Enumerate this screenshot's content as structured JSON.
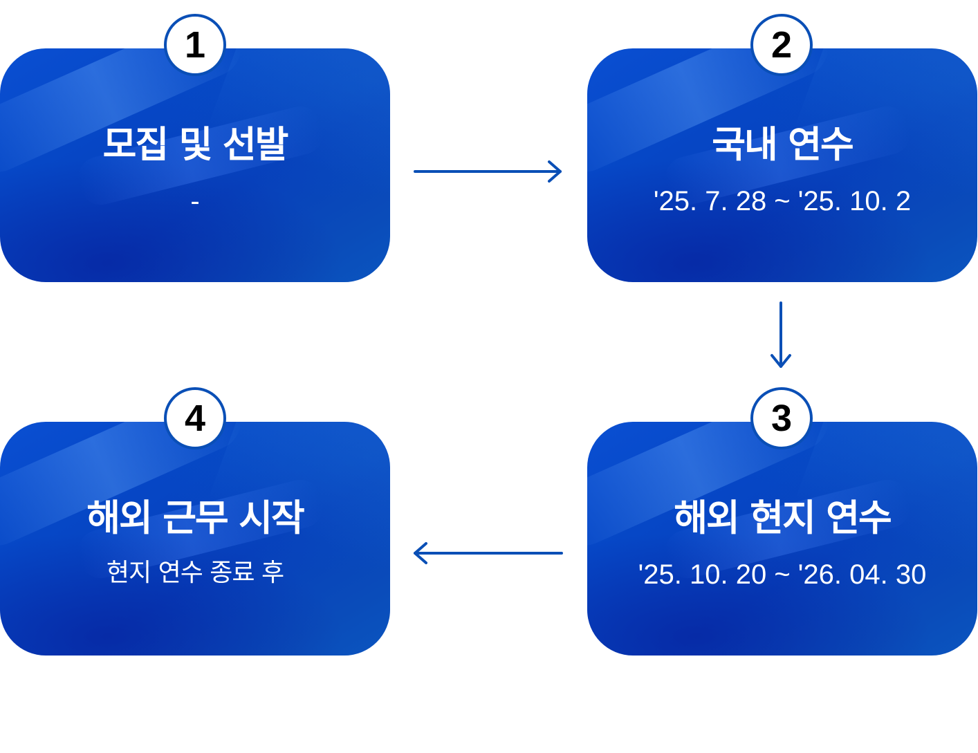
{
  "steps": [
    {
      "number": "1",
      "title": "모집 및 선발",
      "period": "-"
    },
    {
      "number": "2",
      "title": "국내 연수",
      "period": "'25. 7. 28 ~ '25. 10. 2"
    },
    {
      "number": "3",
      "title": "해외 현지 연수",
      "period": "'25. 10. 20 ~ '26. 04. 30"
    },
    {
      "number": "4",
      "title": "해외 근무 시작",
      "period": "현지 연수 종료 후"
    }
  ],
  "colors": {
    "card_blue": "#0647c6",
    "arrow_blue": "#0a4fb6",
    "badge_border": "#0a4fb6",
    "text_white": "#ffffff"
  },
  "icons": {
    "arrow_1_to_2": "arrow-right-icon",
    "arrow_2_to_3": "arrow-down-icon",
    "arrow_3_to_4": "arrow-left-icon"
  }
}
